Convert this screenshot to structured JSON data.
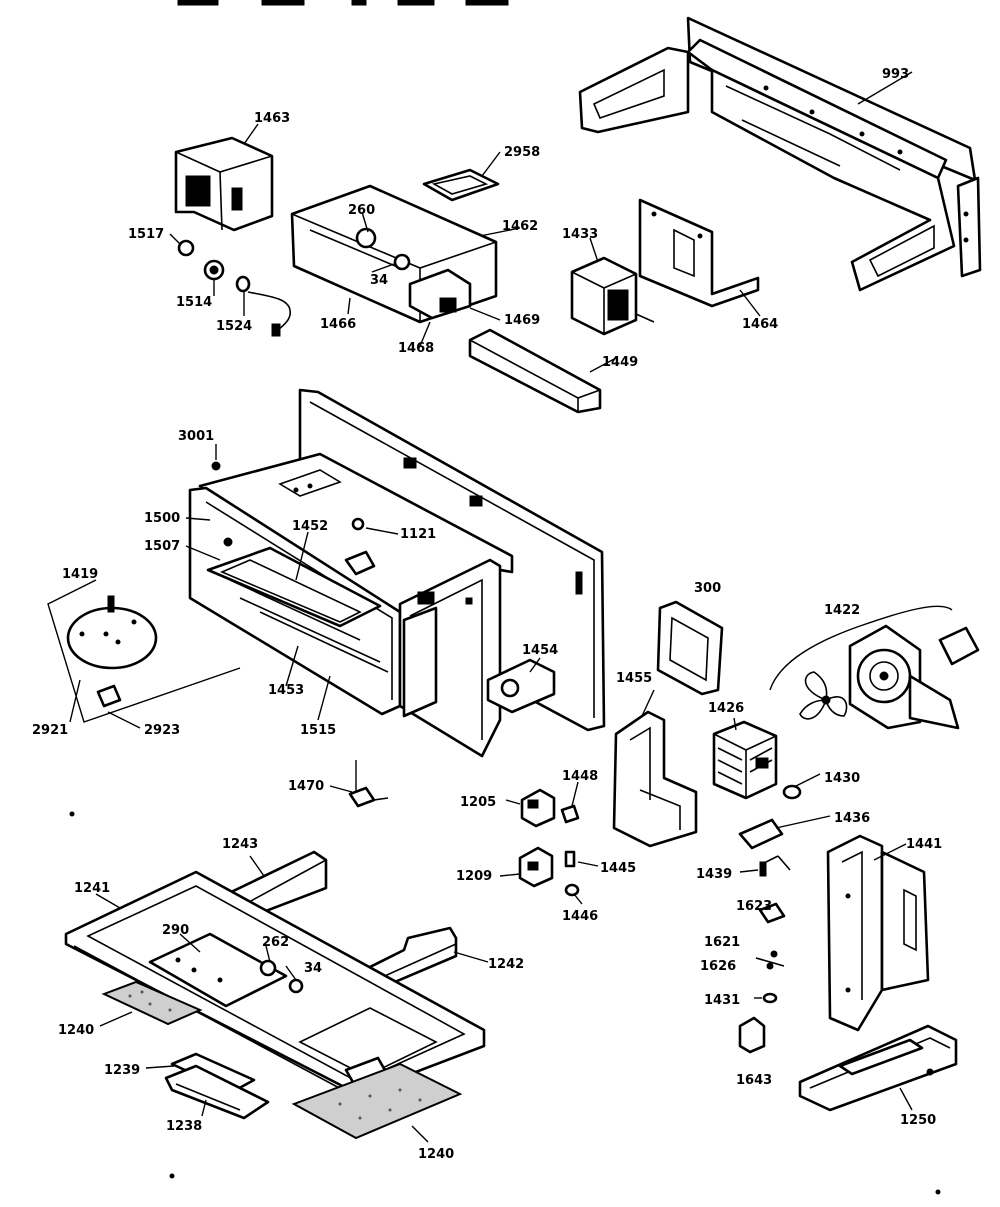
{
  "diagram": {
    "labels": [
      {
        "id": "993",
        "text": "993"
      },
      {
        "id": "1463",
        "text": "1463"
      },
      {
        "id": "2958",
        "text": "2958"
      },
      {
        "id": "260",
        "text": "260"
      },
      {
        "id": "1462",
        "text": "1462"
      },
      {
        "id": "1433",
        "text": "1433"
      },
      {
        "id": "1517",
        "text": "1517"
      },
      {
        "id": "34a",
        "text": "34"
      },
      {
        "id": "1514",
        "text": "1514"
      },
      {
        "id": "1524",
        "text": "1524"
      },
      {
        "id": "1466",
        "text": "1466"
      },
      {
        "id": "1469",
        "text": "1469"
      },
      {
        "id": "1468",
        "text": "1468"
      },
      {
        "id": "1464",
        "text": "1464"
      },
      {
        "id": "1449",
        "text": "1449"
      },
      {
        "id": "3001",
        "text": "3001"
      },
      {
        "id": "1500",
        "text": "1500"
      },
      {
        "id": "1452",
        "text": "1452"
      },
      {
        "id": "1121",
        "text": "1121"
      },
      {
        "id": "1507",
        "text": "1507"
      },
      {
        "id": "1419",
        "text": "1419"
      },
      {
        "id": "300",
        "text": "300"
      },
      {
        "id": "1422",
        "text": "1422"
      },
      {
        "id": "1454",
        "text": "1454"
      },
      {
        "id": "1455",
        "text": "1455"
      },
      {
        "id": "1453",
        "text": "1453"
      },
      {
        "id": "1515",
        "text": "1515"
      },
      {
        "id": "2921",
        "text": "2921"
      },
      {
        "id": "2923",
        "text": "2923"
      },
      {
        "id": "1426",
        "text": "1426"
      },
      {
        "id": "1430",
        "text": "1430"
      },
      {
        "id": "1470",
        "text": "1470"
      },
      {
        "id": "1205",
        "text": "1205"
      },
      {
        "id": "1448",
        "text": "1448"
      },
      {
        "id": "1436",
        "text": "1436"
      },
      {
        "id": "1243",
        "text": "1243"
      },
      {
        "id": "1441",
        "text": "1441"
      },
      {
        "id": "1209",
        "text": "1209"
      },
      {
        "id": "1445",
        "text": "1445"
      },
      {
        "id": "1439",
        "text": "1439"
      },
      {
        "id": "1241",
        "text": "1241"
      },
      {
        "id": "1446",
        "text": "1446"
      },
      {
        "id": "1623",
        "text": "1623"
      },
      {
        "id": "290",
        "text": "290"
      },
      {
        "id": "262",
        "text": "262"
      },
      {
        "id": "34b",
        "text": "34"
      },
      {
        "id": "1242",
        "text": "1242"
      },
      {
        "id": "1621",
        "text": "1621"
      },
      {
        "id": "1626",
        "text": "1626"
      },
      {
        "id": "1240a",
        "text": "1240"
      },
      {
        "id": "1431",
        "text": "1431"
      },
      {
        "id": "1239",
        "text": "1239"
      },
      {
        "id": "1643",
        "text": "1643"
      },
      {
        "id": "1238",
        "text": "1238"
      },
      {
        "id": "1250",
        "text": "1250"
      },
      {
        "id": "1240b",
        "text": "1240"
      }
    ]
  }
}
